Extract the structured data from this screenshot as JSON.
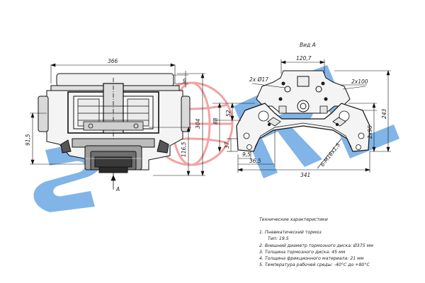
{
  "watermark": {
    "text": "SORL",
    "colors": {
      "letters": "#5b9ee0",
      "globe": "#e23b3b"
    }
  },
  "left_view": {
    "dims": {
      "width_total": "366",
      "offset_top": "9",
      "height_total": "304",
      "height_lower": "116,5",
      "height_left": "91,5"
    },
    "view_marker": "A"
  },
  "right_view": {
    "title": "Вид А",
    "dims": {
      "top_span": "120,7",
      "holes_left": "2x Ø17",
      "holes_right": "2x100",
      "h52": "52",
      "h88": "88",
      "h37": "37",
      "h9_5": "9,5",
      "h36_5": "36,5",
      "width_total": "341",
      "thread": "6-M16x1,5",
      "h98": "2x98",
      "h243": "243"
    }
  },
  "specs": {
    "heading": "Технические характеристики",
    "items": [
      "1. Пневматический тормоз",
      "Тип: 19.5",
      "2. Внешний диаметр тормозного диска: Ø375 мм",
      "3. Толщина тормозного диска: 45 мм",
      "4. Толщина фрикционного материала: 21 мм",
      "5. Температура рабочей среды: -40°С до +80°С"
    ]
  }
}
